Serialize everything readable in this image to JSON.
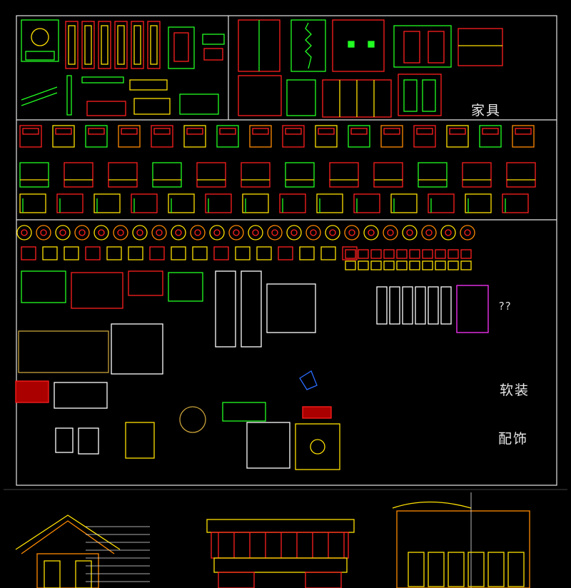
{
  "labels": {
    "furniture": "家具",
    "soft_furnishing": "软装",
    "accessories": "配饰",
    "unknown": "??"
  },
  "colors": {
    "background": "#000000",
    "frame": "#e6e6e6",
    "red": "#ff2020",
    "green": "#22ff22",
    "yellow": "#ffe000",
    "orange": "#ff8a00",
    "gold": "#c8a23a",
    "white": "#ffffff",
    "magenta": "#ff33ff",
    "cyan": "#33ffff",
    "blue": "#2a6cff"
  }
}
